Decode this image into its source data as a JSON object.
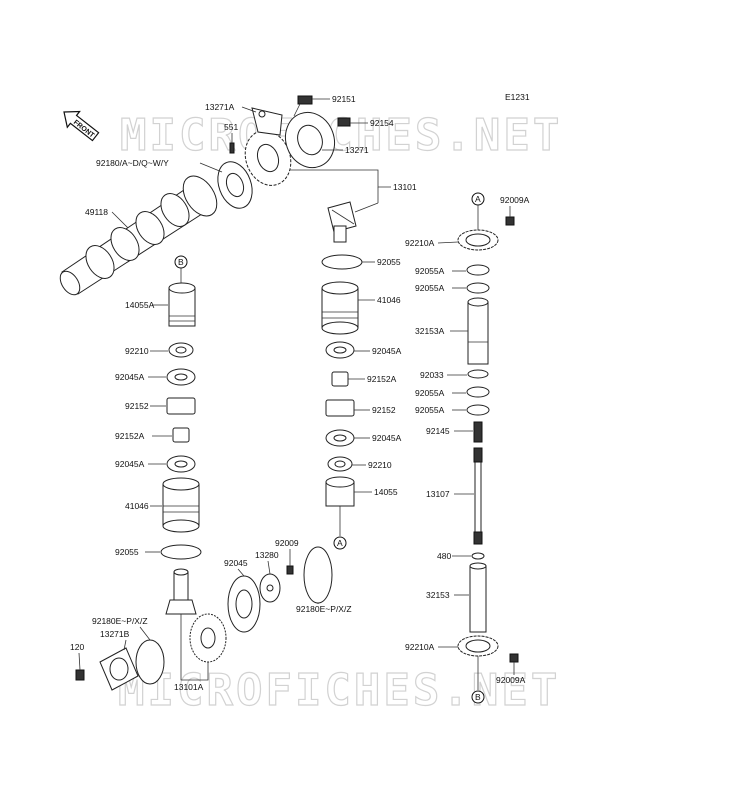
{
  "diagram_code": "E1231",
  "watermark": "MICROFICHES.NET",
  "front_label": "FRONT",
  "markers": {
    "a": "A",
    "b": "B"
  },
  "labels": {
    "p13271A": "13271A",
    "p92151": "92151",
    "p551": "551",
    "p92154": "92154",
    "p13271": "13271",
    "p92180": "92180/A~D/Q~W/Y",
    "p13101": "13101",
    "p49118": "49118",
    "p92009A_top": "92009A",
    "p92210A_top": "92210A",
    "p92055": "92055",
    "p92055A_1": "92055A",
    "p92055A_2": "92055A",
    "p14055A": "14055A",
    "p41046_r": "41046",
    "p32153A": "32153A",
    "p92210_l": "92210",
    "p92045A_r1": "92045A",
    "p92045A_l1": "92045A",
    "p92152A_r": "92152A",
    "p92033": "92033",
    "p92152_l": "92152",
    "p92152_r": "92152",
    "p92055A_3": "92055A",
    "p92055A_4": "92055A",
    "p92152A_l": "92152A",
    "p92045A_r2": "92045A",
    "p92145": "92145",
    "p92045A_l2": "92045A",
    "p92210_r": "92210",
    "p14055": "14055",
    "p41046_l": "41046",
    "p13107": "13107",
    "p92009": "92009",
    "p13280": "13280",
    "p92055_l": "92055",
    "p92045": "92045",
    "p480": "480",
    "p92180E_r": "92180E~P/X/Z",
    "p32153": "32153",
    "p92180E_l": "92180E~P/X/Z",
    "p13271B": "13271B",
    "p120": "120",
    "p92210A_bot": "92210A",
    "p13101A": "13101A",
    "p92009A_bot": "92009A"
  }
}
